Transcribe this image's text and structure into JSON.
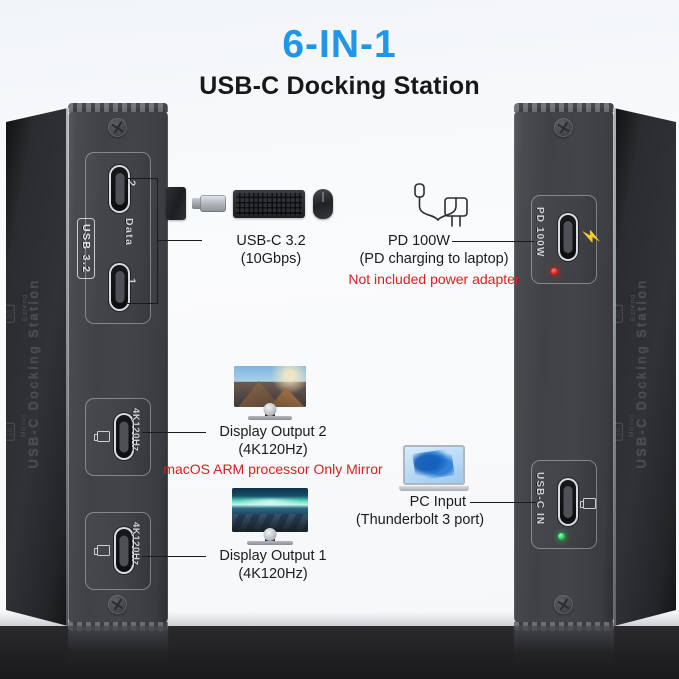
{
  "header": {
    "title_main": "6-IN-1",
    "title_sub": "USB-C Docking Station"
  },
  "device_left": {
    "brand_text": "USB-C Docking Station",
    "mode_extend": "Extend",
    "mode_mirror": "Mirror",
    "mode_chip_left": "D",
    "mode_chip_right": "D",
    "ports": [
      {
        "name": "usb-data-2",
        "label_spec": "USB 3.2",
        "label_type": "Data",
        "number": "2"
      },
      {
        "name": "usb-data-1",
        "label_spec": "USB 3.2",
        "label_type": "Data",
        "number": "1"
      },
      {
        "name": "display-out-2",
        "label": "4K120Hz"
      },
      {
        "name": "display-out-1",
        "label": "4K120Hz"
      }
    ]
  },
  "device_right": {
    "brand_text": "USB-C Docking Station",
    "mode_extend": "Extend",
    "mode_mirror": "Mirror",
    "ports": [
      {
        "name": "pd-in",
        "label": "PD 100W",
        "led": "red"
      },
      {
        "name": "usb-c-in",
        "label": "USB-C IN",
        "led": "green"
      }
    ]
  },
  "callouts": {
    "usb_data": {
      "line1": "USB-C 3.2",
      "line2": "(10Gbps)"
    },
    "pd": {
      "line1": "PD 100W",
      "line2": "(PD charging to laptop)",
      "warning": "Not included power adapter"
    },
    "display2": {
      "line1": "Display Output 2",
      "line2": "(4K120Hz)",
      "warning": "macOS ARM processor Only Mirror"
    },
    "display1": {
      "line1": "Display Output 1",
      "line2": "(4K120Hz)"
    },
    "pc_input": {
      "line1": "PC Input",
      "line2": "(Thunderbolt 3 port)"
    }
  },
  "icons": {
    "hdd": "external-hard-drive-icon",
    "flash": "usb-flash-drive-icon",
    "keyboard": "keyboard-icon",
    "mouse": "mouse-icon",
    "charger": "power-adapter-cable-icon",
    "monitor2": "monitor-icon",
    "monitor1": "monitor-icon",
    "laptop": "laptop-icon"
  },
  "colors": {
    "accent_blue": "#2196e8",
    "warning_red": "#d81f1f",
    "text_dark": "#1b1c1e",
    "led_red": "#e01b10",
    "led_green": "#1fc954"
  }
}
